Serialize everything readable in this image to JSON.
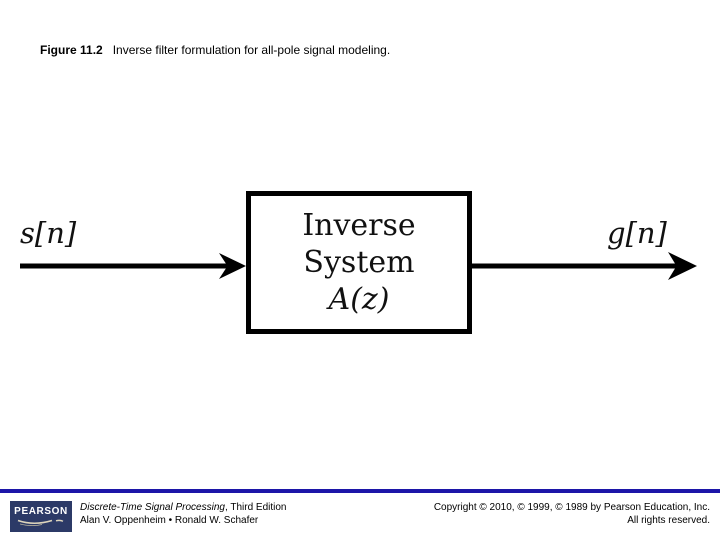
{
  "caption": {
    "label": "Figure 11.2",
    "text": "Inverse filter formulation for all-pole signal modeling."
  },
  "diagram": {
    "input_label": "s[n]",
    "block_lines": [
      "Inverse",
      "System",
      "A(z)"
    ],
    "output_label": "g[n]",
    "line_color": "#000000"
  },
  "footer": {
    "logo_text": "PEARSON",
    "book_title": "Discrete-Time Signal Processing",
    "book_edition": ", Third Edition",
    "authors": "Alan V. Oppenheim • Ronald W. Schafer",
    "copyright_line1": "Copyright © 2010, © 1999, © 1989 by Pearson Education, Inc.",
    "copyright_line2": "All rights reserved.",
    "accent_color": "#1c16a8",
    "logo_color": "#2c3a67"
  }
}
